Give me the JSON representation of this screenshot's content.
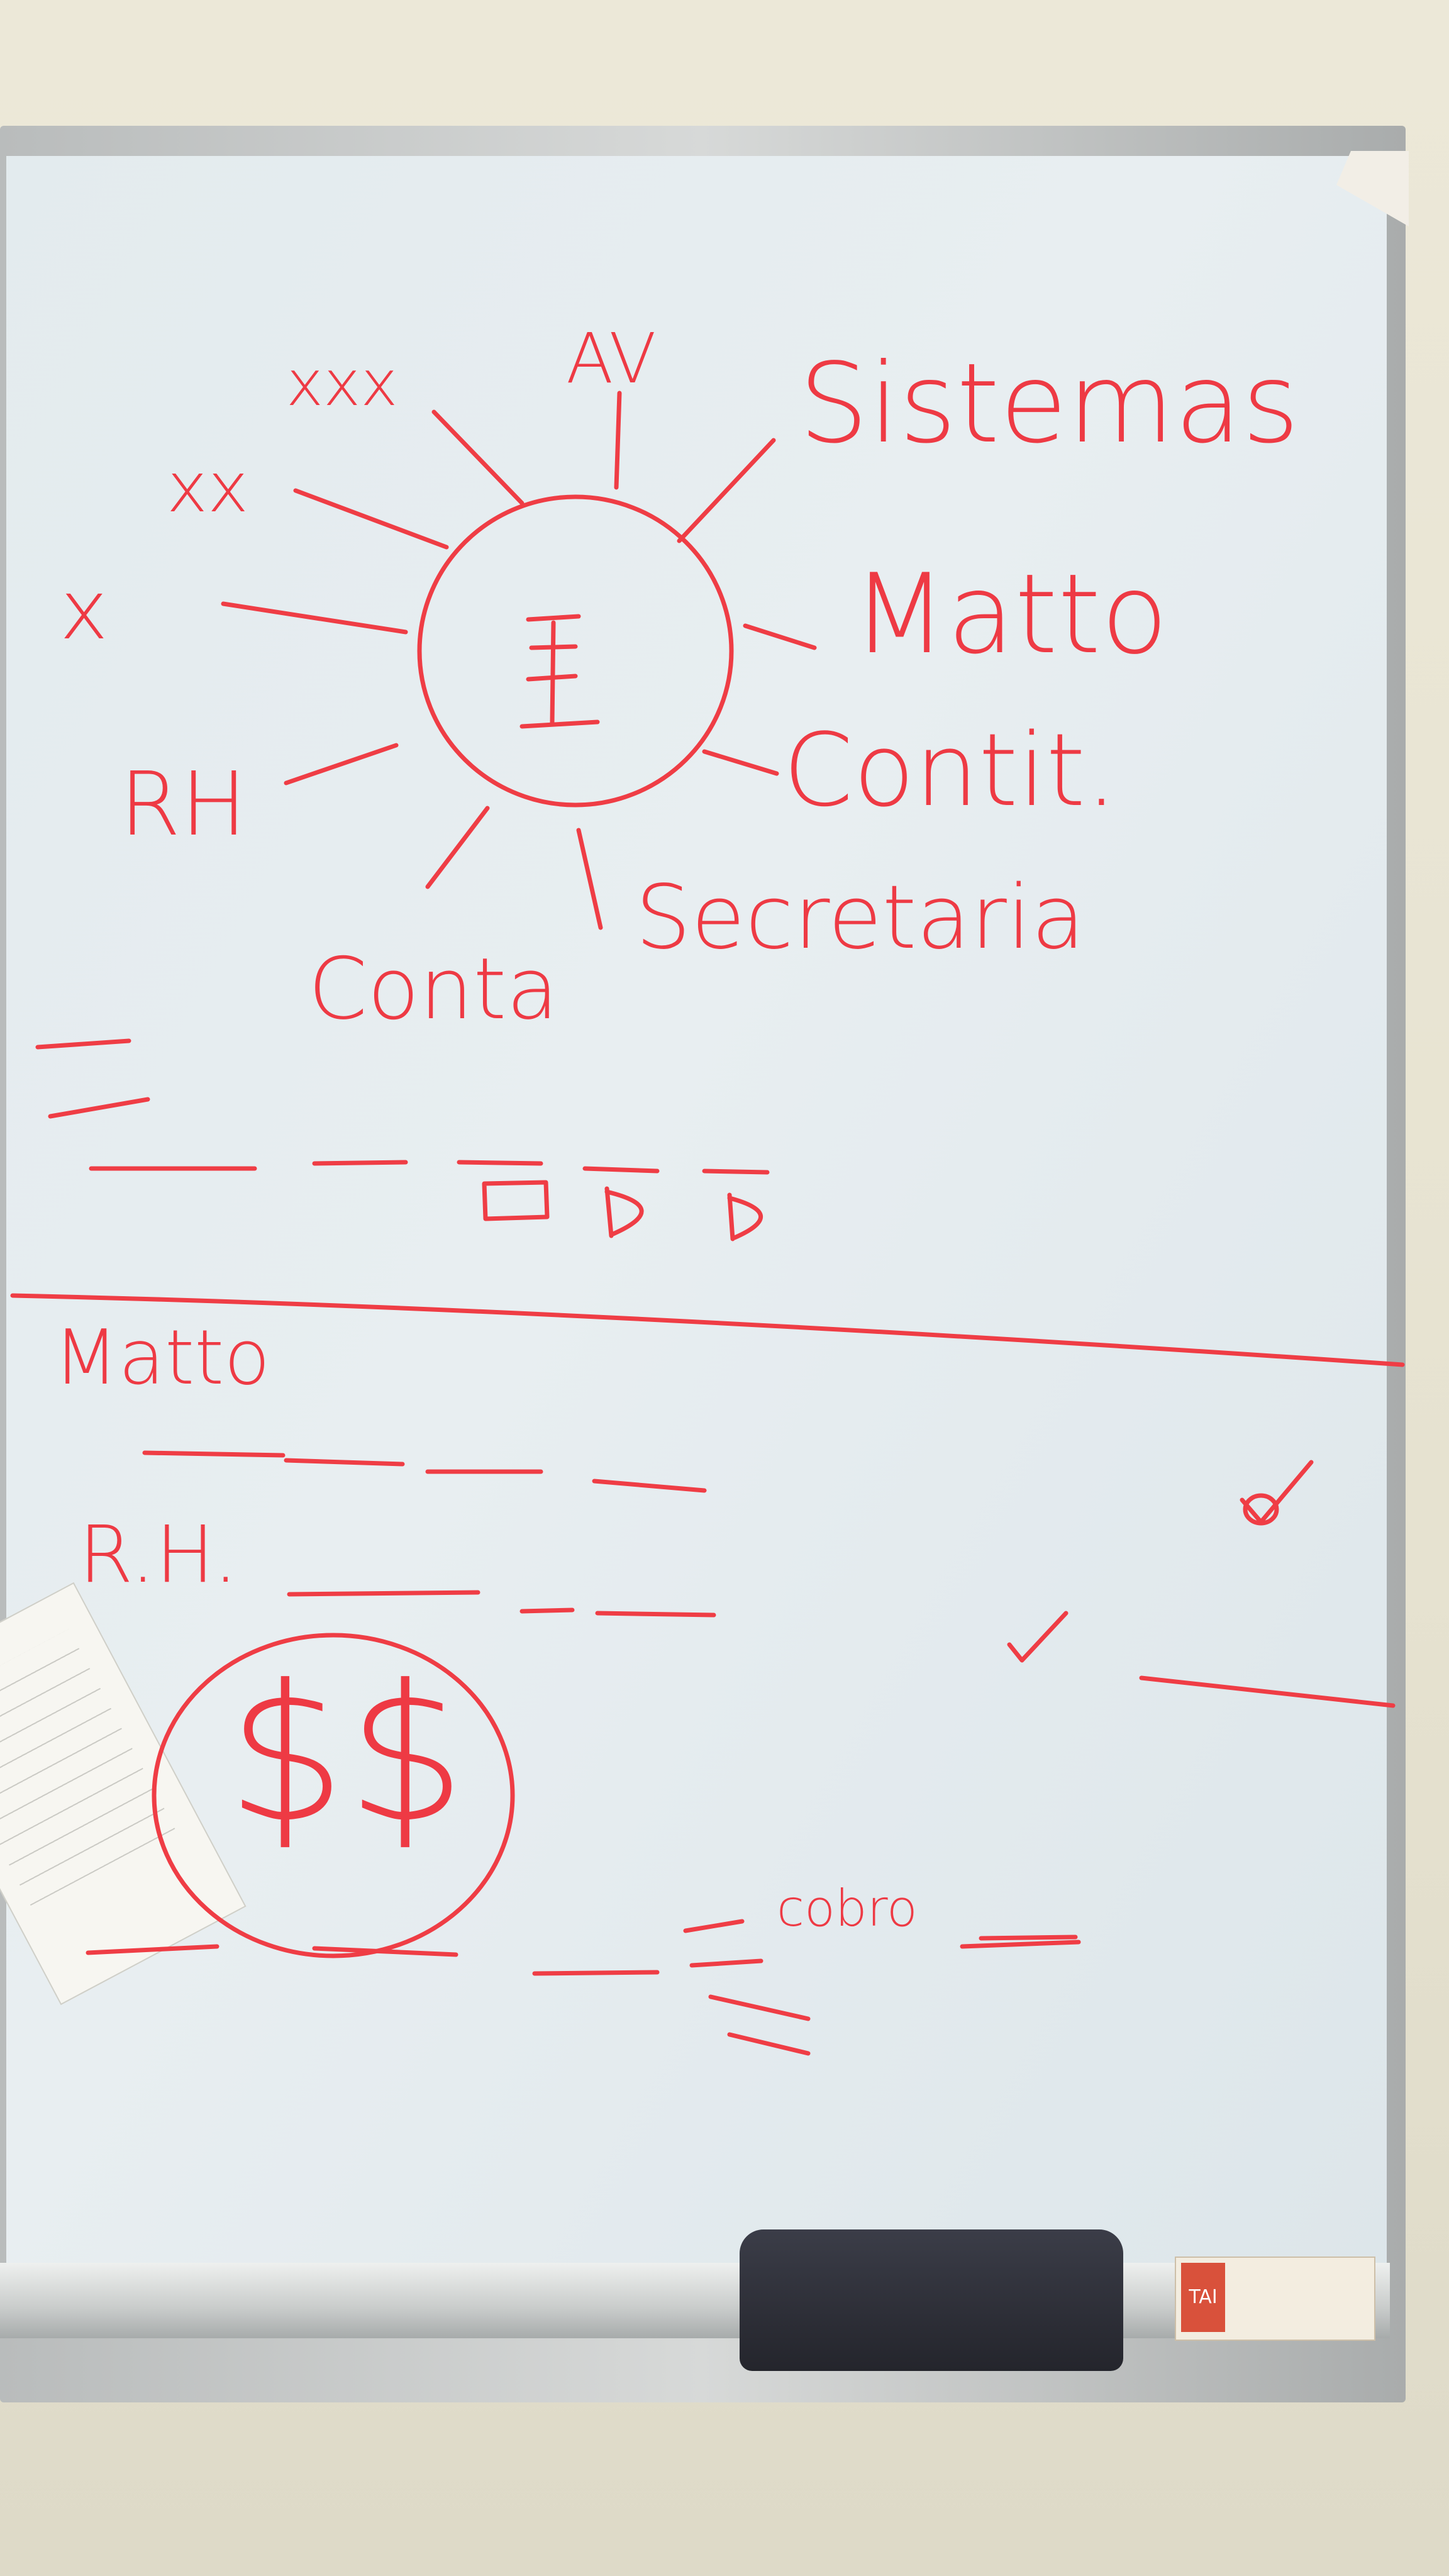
{
  "whiteboard": {
    "ink_color": "#ef3d45",
    "hub_symbol": "Ξ",
    "spokes": {
      "x": "x",
      "xx": "xx",
      "xxx": "xxx",
      "av": "AV",
      "sistemas": "Sistemas",
      "matto_top": "Matto",
      "contit": "Contit.",
      "secretaria": "Secretaria",
      "conta": "Conta",
      "rh": "RH"
    },
    "lower_section": {
      "matto": "Matto",
      "rh": "R.H.",
      "money": "$$",
      "note": "cobro"
    }
  },
  "objects": {
    "eraser": "eraser",
    "brand_logo": "TAI"
  }
}
